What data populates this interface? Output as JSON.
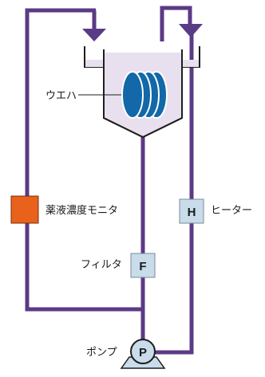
{
  "labels": {
    "wafer": "ウエハ",
    "concentration_monitor": "薬液濃度モニタ",
    "heater": "ヒーター",
    "filter": "フィルタ",
    "pump": "ポンプ"
  },
  "box_letters": {
    "heater": "H",
    "filter": "F",
    "pump": "P"
  },
  "colors": {
    "pipe": "#5b3a86",
    "arrow": "#5b3a86",
    "tank_outline": "#1e1e1e",
    "liquid": "#e8e0ee",
    "wafer": "#1268a8",
    "unit_box": "#c8dcea",
    "monitor_box": "#e8621c"
  }
}
